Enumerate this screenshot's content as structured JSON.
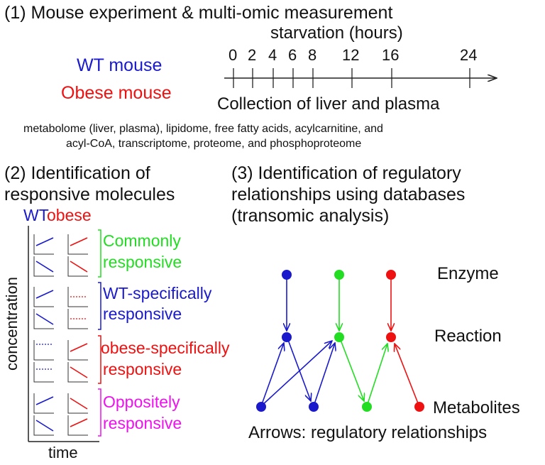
{
  "section1": {
    "title": "(1) Mouse experiment & multi-omic measurement",
    "wt_label": "WT mouse",
    "obese_label": "Obese mouse",
    "timeline_title": "starvation (hours)",
    "time_ticks": [
      "0",
      "2",
      "4",
      "6",
      "8",
      "12",
      "16",
      "24"
    ],
    "collection_label": "Collection of liver and plasma",
    "omics_line1": "metabolome (liver, plasma), lipidome, free fatty acids, acylcarnitine, and",
    "omics_line2": "acyl-CoA, transcriptome, proteome, and phosphoproteome"
  },
  "section2": {
    "title_line1": "(2) Identification of",
    "title_line2": "responsive molecules",
    "wt_header": "WT",
    "obese_header": "obese",
    "y_axis": "concentration",
    "x_axis": "time",
    "categories": [
      {
        "line1": "Commonly",
        "line2": "responsive",
        "color": "#22dd22"
      },
      {
        "line1": "WT-specifically",
        "line2": "responsive",
        "color": "#1a1acc"
      },
      {
        "line1": "obese-specifically",
        "line2": "responsive",
        "color": "#ee1111"
      },
      {
        "line1": "Oppositely",
        "line2": "responsive",
        "color": "#ee11ee"
      }
    ]
  },
  "section3": {
    "title_line1": "(3) Identification of regulatory",
    "title_line2": "relationships using databases",
    "title_line3": "(transomic analysis)",
    "layer_enzyme": "Enzyme",
    "layer_reaction": "Reaction",
    "layer_metabolites": "Metabolites",
    "caption": "Arrows: regulatory relationships"
  },
  "colors": {
    "blue": "#1a1acc",
    "red": "#ee1111",
    "green": "#22dd22",
    "magenta": "#ee11ee"
  }
}
